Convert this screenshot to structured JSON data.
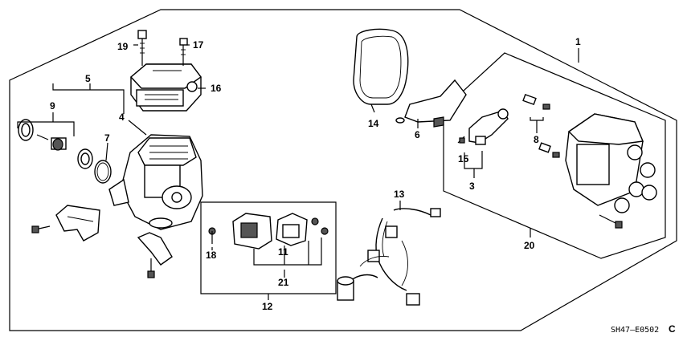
{
  "diagram": {
    "callouts": [
      {
        "id": "c1",
        "text": "1"
      },
      {
        "id": "c4",
        "text": "4"
      },
      {
        "id": "c5",
        "text": "5"
      },
      {
        "id": "c6",
        "text": "6"
      },
      {
        "id": "c7",
        "text": "7"
      },
      {
        "id": "c8",
        "text": "8"
      },
      {
        "id": "c9",
        "text": "9"
      },
      {
        "id": "c11",
        "text": "11"
      },
      {
        "id": "c12",
        "text": "12"
      },
      {
        "id": "c13",
        "text": "13"
      },
      {
        "id": "c14",
        "text": "14"
      },
      {
        "id": "c15",
        "text": "15"
      },
      {
        "id": "c16",
        "text": "16"
      },
      {
        "id": "c17",
        "text": "17"
      },
      {
        "id": "c18",
        "text": "18"
      },
      {
        "id": "c19",
        "text": "19"
      },
      {
        "id": "c20",
        "text": "20"
      },
      {
        "id": "c21",
        "text": "21"
      },
      {
        "id": "c3",
        "text": "3"
      }
    ],
    "drawing_code": "SH47–E0502",
    "drawing_code_suffix": "C"
  }
}
